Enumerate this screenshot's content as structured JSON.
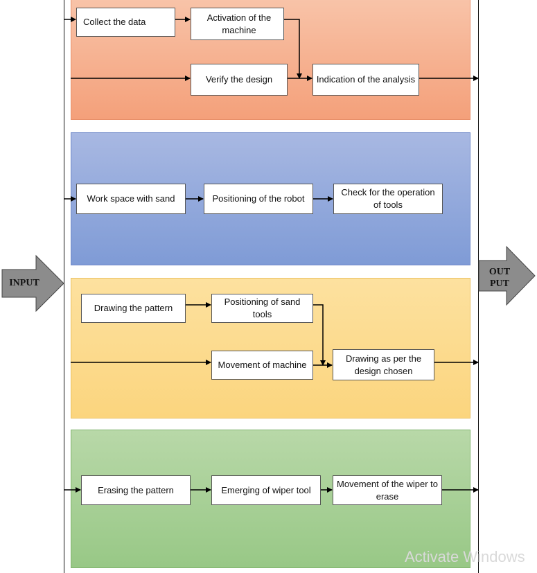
{
  "io": {
    "input_label": "INPUT",
    "output_label": "OUT PUT"
  },
  "stages": [
    {
      "boxes": [
        "Collect the data",
        "Activation of the machine",
        "Verify the design",
        "Indication of the analysis"
      ]
    },
    {
      "boxes": [
        "Work space with sand",
        "Positioning of the robot",
        "Check for the operation of tools"
      ]
    },
    {
      "boxes": [
        "Drawing the pattern",
        "Positioning of sand tools",
        "Movement of machine",
        "Drawing as per the design chosen"
      ]
    },
    {
      "boxes": [
        "Erasing the pattern",
        "Emerging of wiper tool",
        "Movement of the wiper to erase"
      ]
    }
  ],
  "watermark": "Activate Windows",
  "colors": {
    "stage1": "#f4a07a",
    "stage2": "#7f9bd6",
    "stage3": "#fbd57e",
    "stage4": "#98c886",
    "arrow_fill": "#8c8c8c"
  }
}
